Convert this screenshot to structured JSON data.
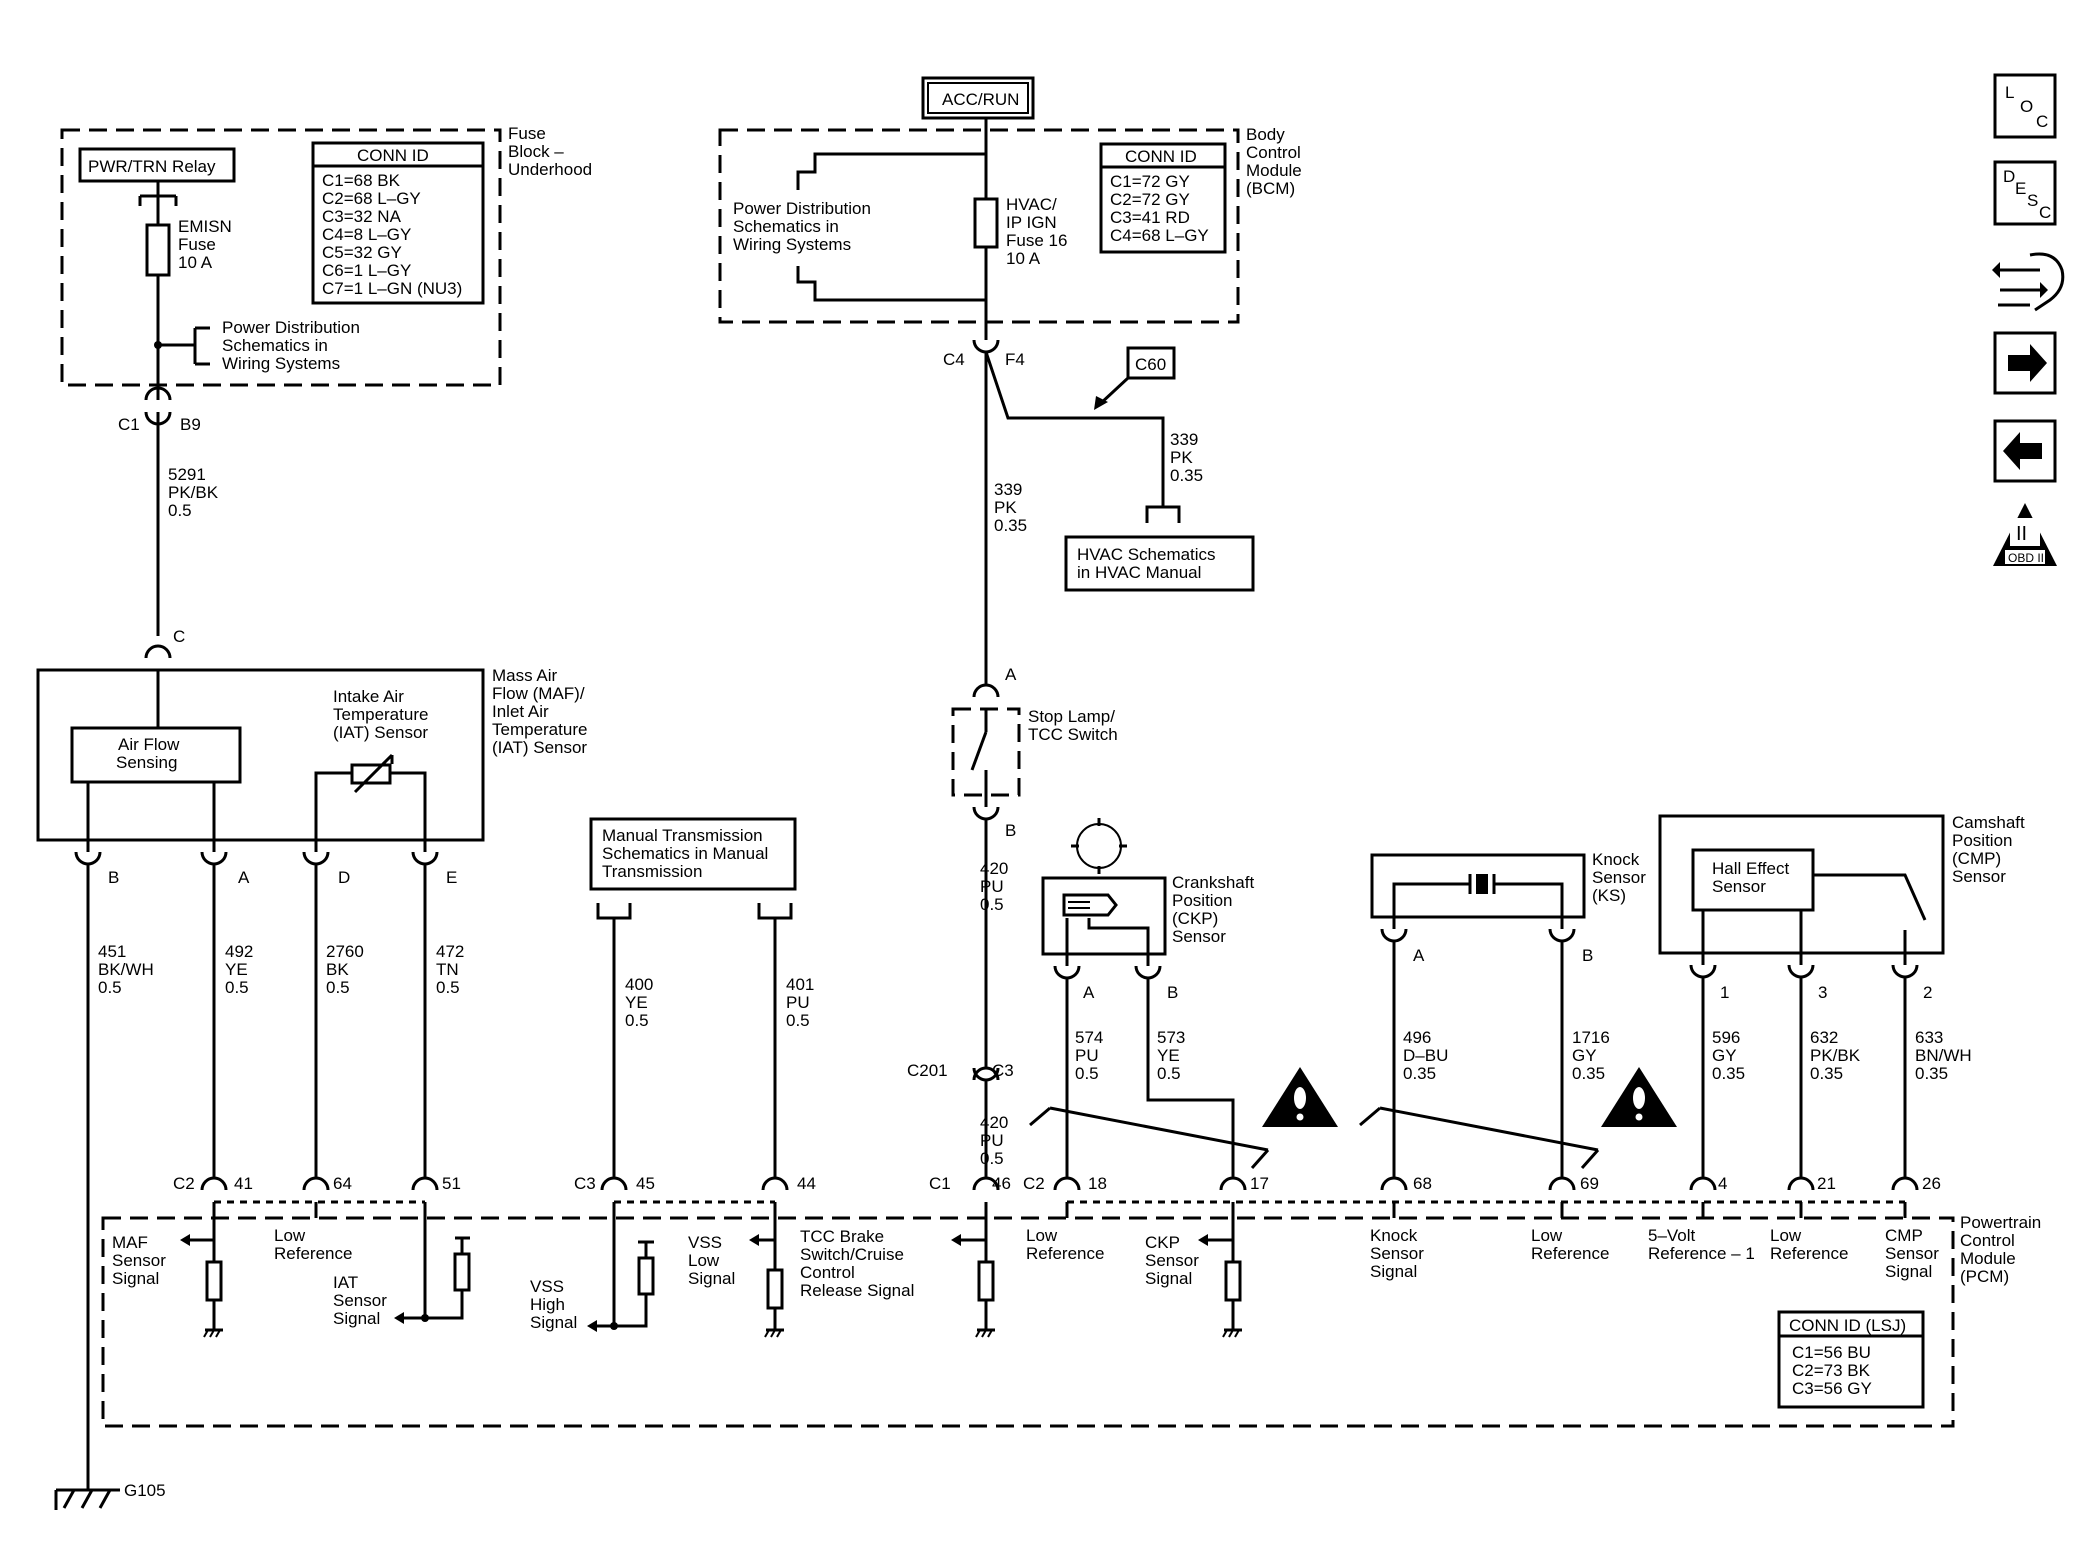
{
  "acc_run": "ACC/RUN",
  "fuse_block": {
    "title": [
      "Fuse",
      "Block –",
      "Underhood"
    ],
    "relay": "PWR/TRN Relay",
    "fuse": [
      "EMISN",
      "Fuse",
      "10 A"
    ],
    "pd_ref": [
      "Power Distribution",
      "Schematics in",
      "Wiring  Systems"
    ],
    "conn_title": "CONN ID",
    "conn": [
      "C1=68 BK",
      "C2=68 L–GY",
      "C3=32 NA",
      "C4=8 L–GY",
      "C5=32 GY",
      "C6=1 L–GY",
      "C7=1 L–GN (NU3)"
    ]
  },
  "bcm": {
    "title": [
      "Body",
      "Control",
      "Module",
      "(BCM)"
    ],
    "pd_ref": [
      "Power Distribution",
      "Schematics in",
      "Wiring  Systems"
    ],
    "fuse": [
      "HVAC/",
      "IP IGN",
      "Fuse 16",
      "10 A"
    ],
    "conn_title": "CONN ID",
    "conn": [
      "C1=72 GY",
      "C2=72 GY",
      "C3=41 RD",
      "C4=68 L–GY"
    ]
  },
  "c4_label": "C4",
  "f4_label": "F4",
  "c60": "C60",
  "wire_339_branch": [
    "339",
    "PK",
    "0.35"
  ],
  "hvac_ref": [
    "HVAC Schematics",
    "in HVAC Manual"
  ],
  "wire_339": [
    "339",
    "PK",
    "0.35"
  ],
  "c1_label": "C1",
  "b9_label": "B9",
  "wire_5291": [
    "5291",
    "PK/BK",
    "0.5"
  ],
  "c_label": "C",
  "maf": {
    "title": [
      "Mass Air",
      "Flow (MAF)/",
      "Inlet Air",
      "Temperature",
      "(IAT) Sensor"
    ],
    "air_flow": [
      "Air Flow",
      "Sensing"
    ],
    "iat": [
      "Intake Air",
      "Temperature",
      "(IAT) Sensor"
    ],
    "pins": [
      "B",
      "A",
      "D",
      "E"
    ]
  },
  "maf_wires": [
    [
      "451",
      "BK/WH",
      "0.5"
    ],
    [
      "492",
      "YE",
      "0.5"
    ],
    [
      "2760",
      "BK",
      "0.5"
    ],
    [
      "472",
      "TN",
      "0.5"
    ]
  ],
  "manual_trans": [
    "Manual Transmission",
    "Schematics in Manual",
    "Transmission"
  ],
  "mt_wires": [
    [
      "400",
      "YE",
      "0.5"
    ],
    [
      "401",
      "PU",
      "0.5"
    ]
  ],
  "stop_lamp": {
    "pin_a": "A",
    "pin_b": "B",
    "label": [
      "Stop Lamp/",
      "TCC Switch"
    ]
  },
  "wire_420_upper": [
    "420",
    "PU",
    "0.5"
  ],
  "c201": "C201",
  "c3_inline": "C3",
  "wire_420_lower": [
    "420",
    "PU",
    "0.5"
  ],
  "ckp": {
    "label": [
      "Crankshaft",
      "Position",
      "(CKP)",
      "Sensor"
    ],
    "pins": [
      "A",
      "B"
    ],
    "wires": [
      [
        "574",
        "PU",
        "0.5"
      ],
      [
        "573",
        "YE",
        "0.5"
      ]
    ]
  },
  "ks": {
    "label": [
      "Knock",
      "Sensor",
      "(KS)"
    ],
    "pins": [
      "A",
      "B"
    ],
    "wires": [
      [
        "496",
        "D–BU",
        "0.35"
      ],
      [
        "1716",
        "GY",
        "0.35"
      ]
    ]
  },
  "cmp": {
    "label": [
      "Camshaft",
      "Position",
      "(CMP)",
      "Sensor"
    ],
    "hall": [
      "Hall Effect",
      "Sensor"
    ],
    "pins": [
      "1",
      "3",
      "2"
    ],
    "wires": [
      [
        "596",
        "GY",
        "0.35"
      ],
      [
        "632",
        "PK/BK",
        "0.35"
      ],
      [
        "633",
        "BN/WH",
        "0.35"
      ]
    ]
  },
  "pcm_pins": {
    "c2a": "C2",
    "p41": "41",
    "p64": "64",
    "p51": "51",
    "c3": "C3",
    "p45": "45",
    "p44": "44",
    "c1": "C1",
    "p46": "46",
    "c2b": "C2",
    "p18": "18",
    "p17": "17",
    "p68": "68",
    "p69": "69",
    "p4": "4",
    "p21": "21",
    "p26": "26"
  },
  "pcm": {
    "title": [
      "Powertrain",
      "Control",
      "Module",
      "(PCM)"
    ],
    "conn_title": "CONN ID (LSJ)",
    "conn": [
      "C1=56 BU",
      "C2=73 BK",
      "C3=56 GY"
    ],
    "signals": {
      "maf": [
        "MAF",
        "Sensor",
        "Signal"
      ],
      "low_ref_1": [
        "Low",
        "Reference"
      ],
      "iat": [
        "IAT",
        "Sensor",
        "Signal"
      ],
      "vss_high": [
        "VSS",
        "High",
        "Signal"
      ],
      "vss_low": [
        "VSS",
        "Low",
        "Signal"
      ],
      "tcc": [
        "TCC Brake",
        "Switch/Cruise",
        "Control",
        "Release Signal"
      ],
      "low_ref_2": [
        "Low",
        "Reference"
      ],
      "ckp": [
        "CKP",
        "Sensor",
        "Signal"
      ],
      "knock": [
        "Knock",
        "Sensor",
        "Signal"
      ],
      "low_ref_3": [
        "Low",
        "Reference"
      ],
      "five_volt": [
        "5–Volt",
        "Reference – 1"
      ],
      "low_ref_4": [
        "Low",
        "Reference"
      ],
      "cmp": [
        "CMP",
        "Sensor",
        "Signal"
      ]
    }
  },
  "ground": "G105",
  "side_icons": {
    "loc": [
      "L",
      "O",
      "C"
    ],
    "desc": [
      "D",
      "E",
      "S",
      "C"
    ],
    "obd_symbol": "II",
    "obd": "OBD II",
    "names": [
      "loc-icon",
      "desc-icon",
      "connector-tool-icon",
      "arrow-right-icon",
      "arrow-left-icon",
      "obd-ii-icon"
    ]
  }
}
